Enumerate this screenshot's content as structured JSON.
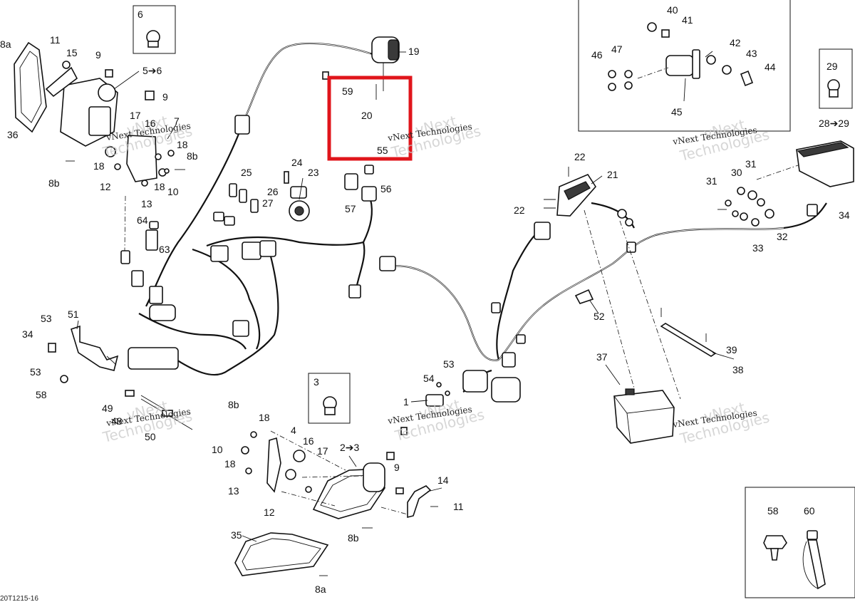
{
  "drawing_code": "20T1215-16",
  "watermark": {
    "line1": "vNext",
    "line2": "Technologies",
    "caption": "vNext Technologies"
  },
  "highlight": {
    "color": "#e0151b"
  },
  "callouts": [
    {
      "id": "c-8a-top",
      "text": "8a"
    },
    {
      "id": "c-11-top",
      "text": "11"
    },
    {
      "id": "c-15",
      "text": "15"
    },
    {
      "id": "c-9-top",
      "text": "9"
    },
    {
      "id": "c-6",
      "text": "6"
    },
    {
      "id": "c-5to6",
      "text": "5➔6"
    },
    {
      "id": "c-9-mid",
      "text": "9"
    },
    {
      "id": "c-17-top",
      "text": "17"
    },
    {
      "id": "c-16-top",
      "text": "16"
    },
    {
      "id": "c-7",
      "text": "7"
    },
    {
      "id": "c-18-a",
      "text": "18"
    },
    {
      "id": "c-36",
      "text": "36"
    },
    {
      "id": "c-8b-top",
      "text": "8b"
    },
    {
      "id": "c-18-b",
      "text": "18"
    },
    {
      "id": "c-8b-left",
      "text": "8b"
    },
    {
      "id": "c-12-top",
      "text": "12"
    },
    {
      "id": "c-18-c",
      "text": "18"
    },
    {
      "id": "c-10-top",
      "text": "10"
    },
    {
      "id": "c-13-top",
      "text": "13"
    },
    {
      "id": "c-64",
      "text": "64"
    },
    {
      "id": "c-63",
      "text": "63"
    },
    {
      "id": "c-19",
      "text": "19"
    },
    {
      "id": "c-59",
      "text": "59"
    },
    {
      "id": "c-20",
      "text": "20"
    },
    {
      "id": "c-55",
      "text": "55"
    },
    {
      "id": "c-56",
      "text": "56"
    },
    {
      "id": "c-57",
      "text": "57"
    },
    {
      "id": "c-24",
      "text": "24"
    },
    {
      "id": "c-25",
      "text": "25"
    },
    {
      "id": "c-23",
      "text": "23"
    },
    {
      "id": "c-26",
      "text": "26"
    },
    {
      "id": "c-27",
      "text": "27"
    },
    {
      "id": "c-40",
      "text": "40"
    },
    {
      "id": "c-41",
      "text": "41"
    },
    {
      "id": "c-46",
      "text": "46"
    },
    {
      "id": "c-47",
      "text": "47"
    },
    {
      "id": "c-42",
      "text": "42"
    },
    {
      "id": "c-43",
      "text": "43"
    },
    {
      "id": "c-44",
      "text": "44"
    },
    {
      "id": "c-45",
      "text": "45"
    },
    {
      "id": "c-29",
      "text": "29"
    },
    {
      "id": "c-28to29",
      "text": "28➔29"
    },
    {
      "id": "c-22-top",
      "text": "22"
    },
    {
      "id": "c-21",
      "text": "21"
    },
    {
      "id": "c-22-left",
      "text": "22"
    },
    {
      "id": "c-31-a",
      "text": "31"
    },
    {
      "id": "c-30",
      "text": "30"
    },
    {
      "id": "c-31-b",
      "text": "31"
    },
    {
      "id": "c-34-right",
      "text": "34"
    },
    {
      "id": "c-32",
      "text": "32"
    },
    {
      "id": "c-33",
      "text": "33"
    },
    {
      "id": "c-52",
      "text": "52"
    },
    {
      "id": "c-39",
      "text": "39"
    },
    {
      "id": "c-38",
      "text": "38"
    },
    {
      "id": "c-37",
      "text": "37"
    },
    {
      "id": "c-53-a",
      "text": "53"
    },
    {
      "id": "c-51",
      "text": "51"
    },
    {
      "id": "c-34-left",
      "text": "34"
    },
    {
      "id": "c-53-b",
      "text": "53"
    },
    {
      "id": "c-58-left",
      "text": "58"
    },
    {
      "id": "c-49",
      "text": "49"
    },
    {
      "id": "c-48",
      "text": "48"
    },
    {
      "id": "c-50",
      "text": "50"
    },
    {
      "id": "c-3",
      "text": "3"
    },
    {
      "id": "c-2to3",
      "text": "2➔3"
    },
    {
      "id": "c-8b-mid",
      "text": "8b"
    },
    {
      "id": "c-18-d",
      "text": "18"
    },
    {
      "id": "c-4",
      "text": "4"
    },
    {
      "id": "c-10-mid",
      "text": "10"
    },
    {
      "id": "c-16-mid",
      "text": "16"
    },
    {
      "id": "c-17-mid",
      "text": "17"
    },
    {
      "id": "c-18-e",
      "text": "18"
    },
    {
      "id": "c-13-mid",
      "text": "13"
    },
    {
      "id": "c-12-mid",
      "text": "12"
    },
    {
      "id": "c-9-low",
      "text": "9"
    },
    {
      "id": "c-14",
      "text": "14"
    },
    {
      "id": "c-11-low",
      "text": "11"
    },
    {
      "id": "c-8b-low",
      "text": "8b"
    },
    {
      "id": "c-35",
      "text": "35"
    },
    {
      "id": "c-8a-low",
      "text": "8a"
    },
    {
      "id": "c-54",
      "text": "54"
    },
    {
      "id": "c-53-c",
      "text": "53"
    },
    {
      "id": "c-1",
      "text": "1"
    },
    {
      "id": "c-58-box",
      "text": "58"
    },
    {
      "id": "c-60",
      "text": "60"
    }
  ]
}
